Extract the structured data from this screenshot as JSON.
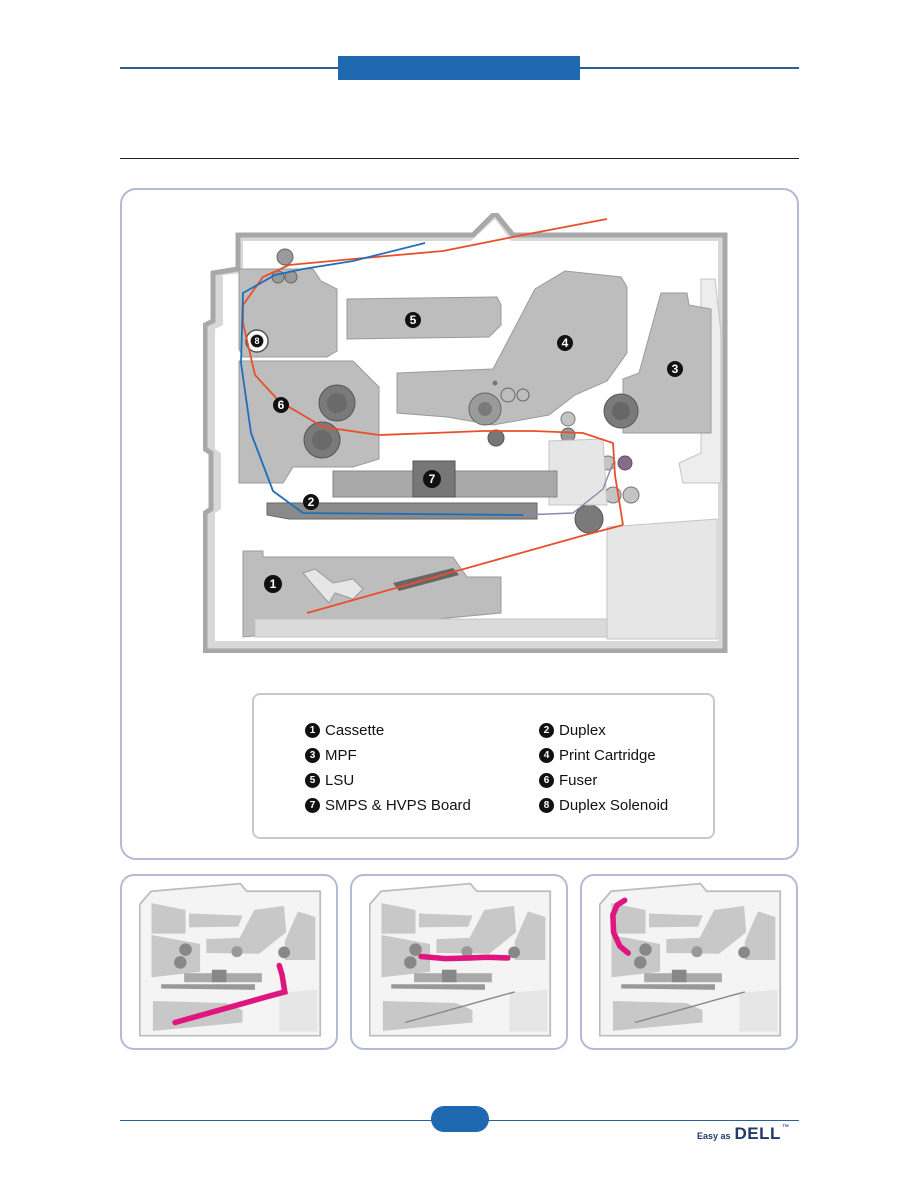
{
  "legend": {
    "items": [
      {
        "num": "1",
        "label": "Cassette"
      },
      {
        "num": "2",
        "label": "Duplex"
      },
      {
        "num": "3",
        "label": "MPF"
      },
      {
        "num": "4",
        "label": "Print Cartridge"
      },
      {
        "num": "5",
        "label": "LSU"
      },
      {
        "num": "6",
        "label": "Fuser"
      },
      {
        "num": "7",
        "label": "SMPS & HVPS Board"
      },
      {
        "num": "8",
        "label": "Duplex Solenoid"
      }
    ]
  },
  "diagram": {
    "callouts": [
      "1",
      "2",
      "3",
      "4",
      "5",
      "6",
      "7",
      "8"
    ],
    "colors": {
      "simplex_path": "#e8502a",
      "duplex_path": "#1c6fba",
      "highlight": "#e0157f",
      "body_fill": "#dcdcdc",
      "component_fill": "#bdbdbd"
    }
  },
  "thumbnails": {
    "highlight_paths": [
      "cassette-to-fuser",
      "fuser-to-cartridge",
      "exit-to-duplex"
    ]
  },
  "footer": {
    "brand_prefix": "Easy as",
    "brand_name": "DELL",
    "brand_tm": "™"
  }
}
